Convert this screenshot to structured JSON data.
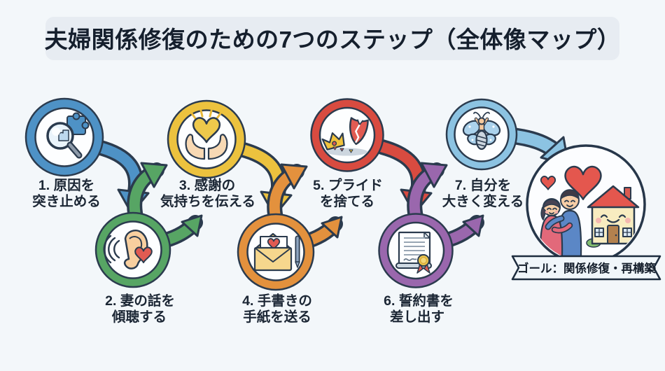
{
  "title": {
    "text": "夫婦関係修復のための7つのステップ（全体像マップ）"
  },
  "steps": [
    {
      "number": 1,
      "label_line1": "1. 原因を",
      "label_line2": "突き止める",
      "color": "#4e92c6",
      "icon": "magnifier-puzzle-icon"
    },
    {
      "number": 2,
      "label_line1": "2. 妻の話を",
      "label_line2": "傾聴する",
      "color": "#57a564",
      "icon": "ear-heart-icon"
    },
    {
      "number": 3,
      "label_line1": "3. 感謝の",
      "label_line2": "気持ちを伝える",
      "color": "#ecc23e",
      "icon": "hands-heart-icon"
    },
    {
      "number": 4,
      "label_line1": "4. 手書きの",
      "label_line2": "手紙を送る",
      "color": "#e3913d",
      "icon": "love-letter-pen-icon"
    },
    {
      "number": 5,
      "label_line1": "5. プライド",
      "label_line2": "を捨てる",
      "color": "#d84b40",
      "icon": "fallen-crown-broken-shield-icon"
    },
    {
      "number": 6,
      "label_line1": "6. 誓約書を",
      "label_line2": "差し出す",
      "color": "#9a67ad",
      "icon": "pledge-document-seal-icon"
    },
    {
      "number": 7,
      "label_line1": "7. 自分を",
      "label_line2": "大きく変える",
      "color": "#8cc3e2",
      "icon": "butterfly-transformation-icon"
    }
  ],
  "goal": {
    "label": "ゴール：関係修復・再構築",
    "icon": "happy-family-house-icon"
  },
  "colors": {
    "background": "#f3f7fa",
    "banner": "#e7ecf2",
    "outline": "#2b3b4e",
    "label_text": "#1b2634",
    "ribbon_fill": "#f0f6fa",
    "heart_red": "#e4574e",
    "goal_border": "#27374a"
  }
}
